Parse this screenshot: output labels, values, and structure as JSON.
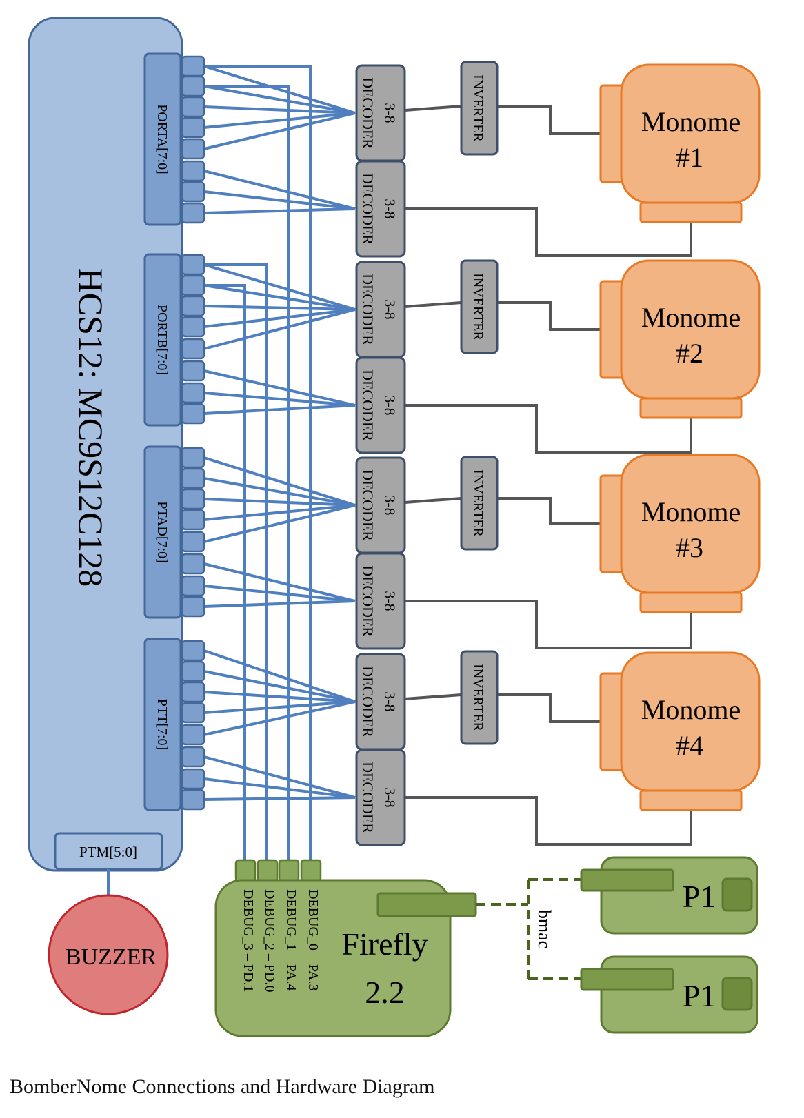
{
  "mcu": {
    "title": "HCS12: MC9S12C128",
    "ptm_label": "PTM[5:0]"
  },
  "ports": [
    {
      "label": "PORTA[7:0]"
    },
    {
      "label": "PORTB[7:0]"
    },
    {
      "label": "PTAD[7:0]"
    },
    {
      "label": "PTT[7:0]"
    }
  ],
  "decoder": {
    "line1": "3-8",
    "line2": "DECODER"
  },
  "inverter": {
    "label": "INVERTER"
  },
  "monomes": [
    {
      "name": "Monome",
      "number": "#1"
    },
    {
      "name": "Monome",
      "number": "#2"
    },
    {
      "name": "Monome",
      "number": "#3"
    },
    {
      "name": "Monome",
      "number": "#4"
    }
  ],
  "buzzer": {
    "label": "BUZZER"
  },
  "firefly": {
    "name": "Firefly",
    "version": "2.2",
    "debug_pins": [
      "DEBUG_0 – PA.3",
      "DEBUG_1 – PA.4",
      "DEBUG_2 – PD.0",
      "DEBUG_3 – PD.1"
    ]
  },
  "wireless": {
    "label": "bmac"
  },
  "p1_nodes": [
    {
      "label": "P1"
    },
    {
      "label": "P1"
    }
  ],
  "caption": "BomberNome Connections and Hardware Diagram",
  "colors": {
    "mcu_fill": "#a7c0e0",
    "mcu_stroke": "#44689a",
    "port_fill": "#7c9fcd",
    "blue_wire": "#4f7fbe",
    "decoder_fill": "#a6a6a6",
    "decoder_stroke": "#3d4f6a",
    "gray_wire": "#555555",
    "monome_fill": "#f3b483",
    "monome_stroke": "#e87a25",
    "buzzer_fill": "#df7c7c",
    "buzzer_stroke": "#c0272d",
    "firefly_fill": "#97b16b",
    "firefly_stroke": "#5d7a31"
  }
}
